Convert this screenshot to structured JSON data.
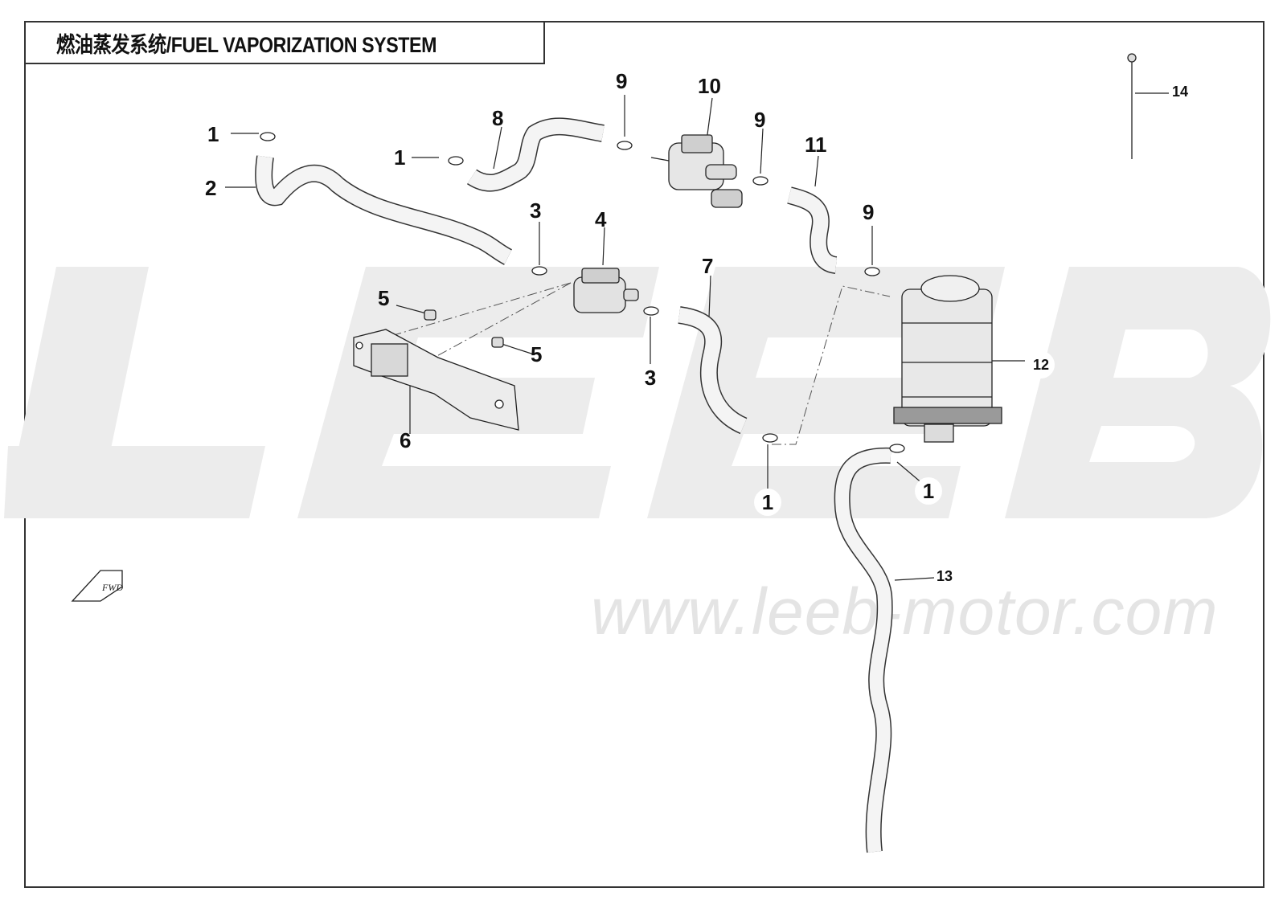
{
  "title": "燃油蒸发系统/FUEL VAPORIZATION SYSTEM",
  "watermark": {
    "logo": "LEEB",
    "url": "www.leeb-motor.com"
  },
  "fwd_label": "FWD",
  "callouts": [
    {
      "id": "c1a",
      "text": "1"
    },
    {
      "id": "c2",
      "text": "2"
    },
    {
      "id": "c1b",
      "text": "1"
    },
    {
      "id": "c8",
      "text": "8"
    },
    {
      "id": "c9a",
      "text": "9"
    },
    {
      "id": "c10",
      "text": "10"
    },
    {
      "id": "c9b",
      "text": "9"
    },
    {
      "id": "c11",
      "text": "11"
    },
    {
      "id": "c14",
      "text": "14"
    },
    {
      "id": "c3a",
      "text": "3"
    },
    {
      "id": "c4",
      "text": "4"
    },
    {
      "id": "c9c",
      "text": "9"
    },
    {
      "id": "c7",
      "text": "7"
    },
    {
      "id": "c5a",
      "text": "5"
    },
    {
      "id": "c5b",
      "text": "5"
    },
    {
      "id": "c3b",
      "text": "3"
    },
    {
      "id": "c12",
      "text": "12"
    },
    {
      "id": "c6",
      "text": "6"
    },
    {
      "id": "c1c",
      "text": "1"
    },
    {
      "id": "c1d",
      "text": "1"
    },
    {
      "id": "c13",
      "text": "13"
    }
  ]
}
